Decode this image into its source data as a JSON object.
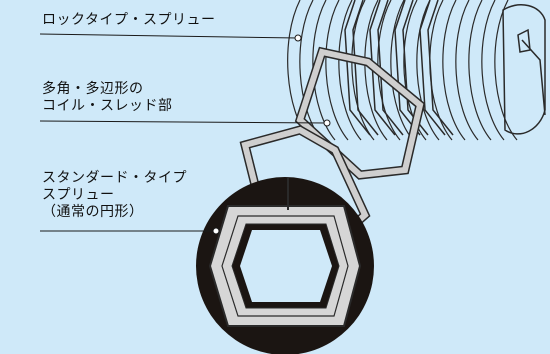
{
  "labels": {
    "lock_type": [
      "ロックタイプ・スプリュー"
    ],
    "polygon_coil": [
      "多角・多辺形の",
      "コイル・スレッド部"
    ],
    "standard_type": [
      "スタンダード・タイプ",
      "スプリュー",
      "（通常の円形）"
    ]
  },
  "colors": {
    "background": "#cfe9f9",
    "coil_stroke": "#2a2a2a",
    "coil_fill": "#cfcfcf",
    "leader_line": "#1a1a1a",
    "lens": "#1b1512"
  }
}
